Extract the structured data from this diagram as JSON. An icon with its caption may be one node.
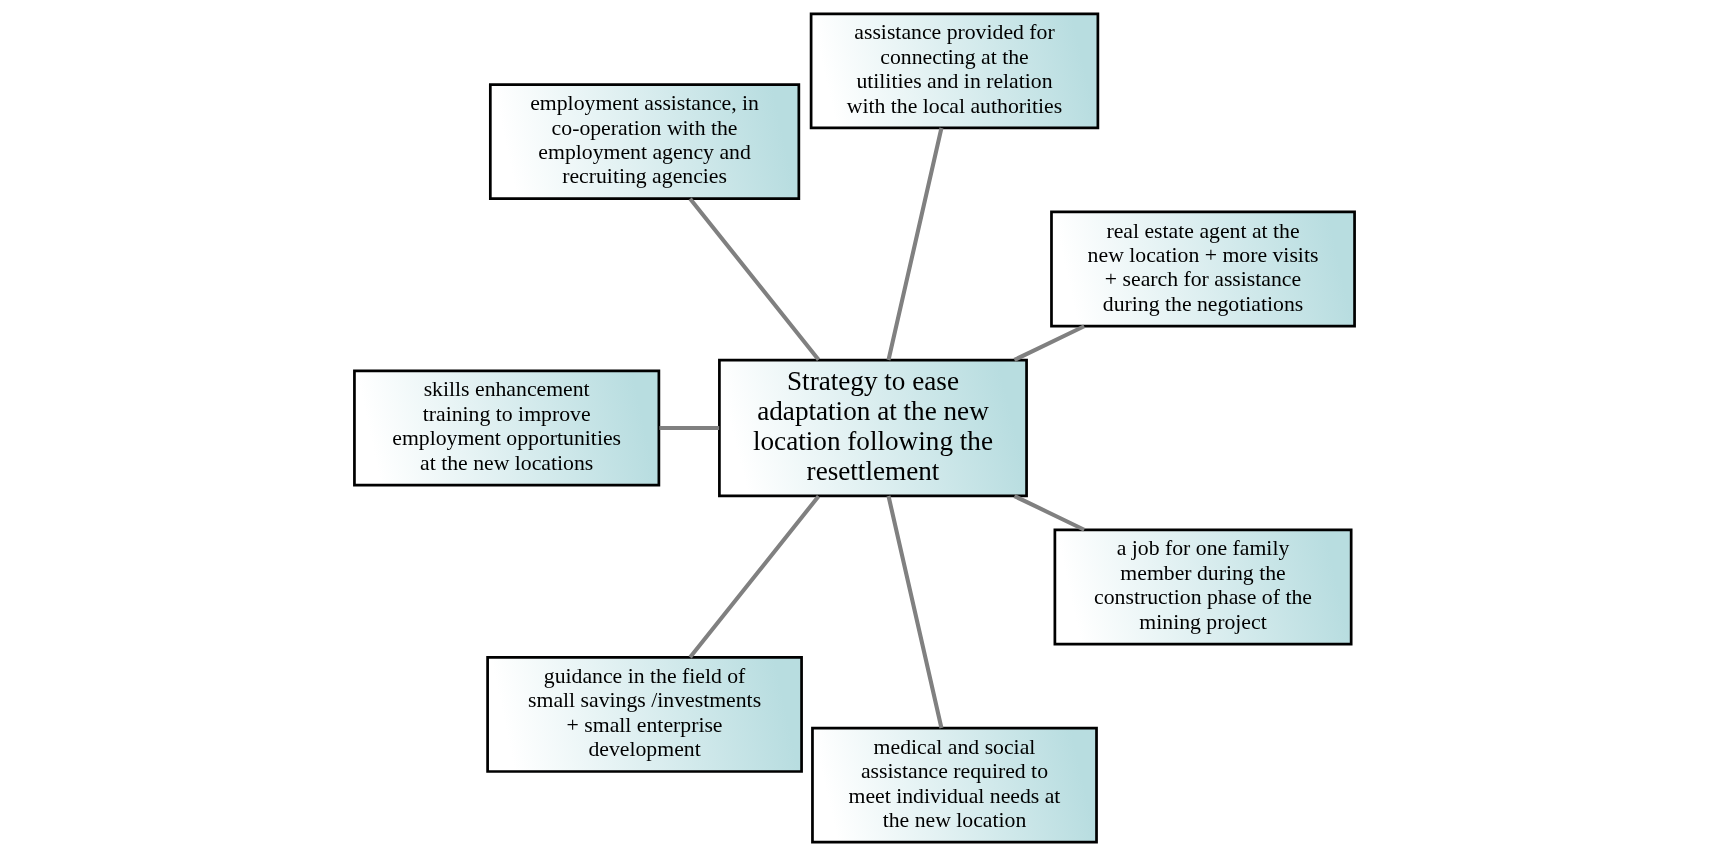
{
  "diagram": {
    "nodes": [
      {
        "text": [
          "Strategy to ease adaptation at the new location following the resettlement"
        ]
      },
      {
        "text": [
          "real estate agent at the new location + more visits + search for assistance during the negotiations"
        ]
      },
      {
        "text": [
          "assistance provided for connecting at the utilities and in relation with the local authorities"
        ]
      },
      {
        "text": [
          "employment assistance, in co-operation with the employment agency and recruiting agencies"
        ]
      },
      {
        "text": [
          "skills enhancement training to improve employment opportunities at the new locations"
        ]
      },
      {
        "text": [
          "guidance in the field of small savings /investments + small enterprise development"
        ]
      },
      {
        "text": [
          "medical and social assistance required to meet individual needs at the new location"
        ]
      },
      {
        "text": [
          "a job for one family member during the construction phase of the mining project"
        ]
      }
    ],
    "edges": [
      {
        "from": 0,
        "to": 1,
        "arrow": "none"
      },
      {
        "from": 0,
        "to": 2,
        "arrow": "none"
      },
      {
        "from": 0,
        "to": 3,
        "arrow": "none"
      },
      {
        "from": 0,
        "to": 4,
        "arrow": "none"
      },
      {
        "from": 0,
        "to": 5,
        "arrow": "none"
      },
      {
        "from": 0,
        "to": 6,
        "arrow": "none"
      },
      {
        "from": 0,
        "to": 7,
        "arrow": "none"
      }
    ]
  }
}
